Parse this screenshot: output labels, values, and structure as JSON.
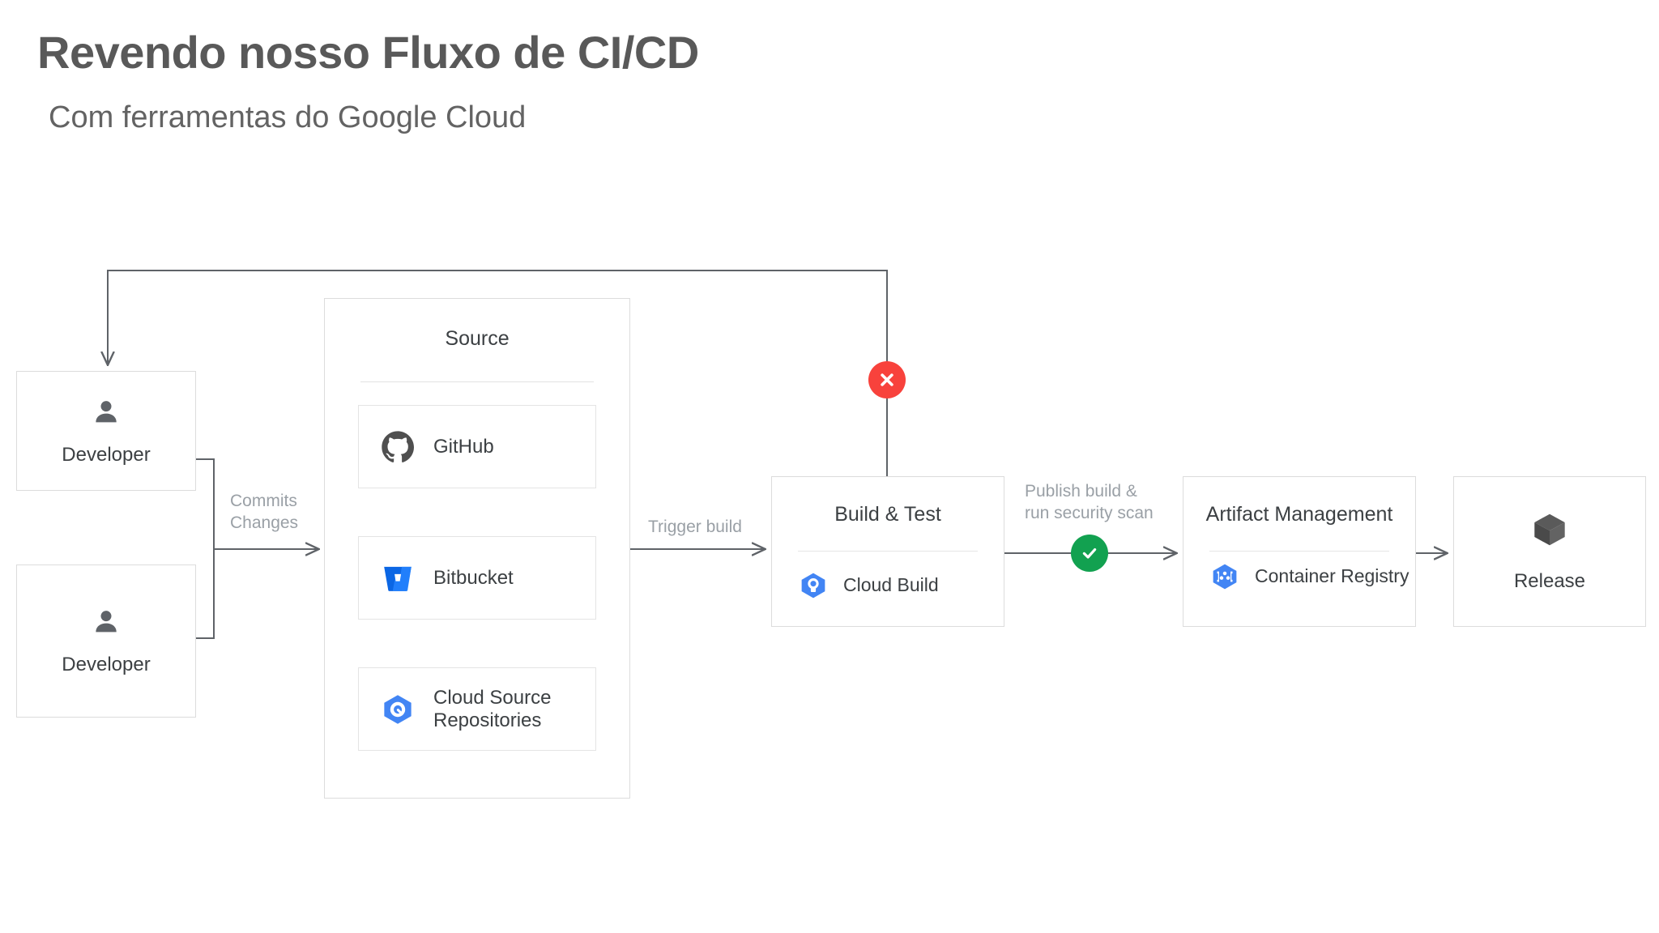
{
  "header": {
    "title": "Revendo nosso Fluxo de CI/CD",
    "subtitle": "Com ferramentas do Google Cloud"
  },
  "colors": {
    "title": "#595959",
    "subtitle": "#636363",
    "node_border": "#dcdcdc",
    "node_text": "#3c4043",
    "edge_label": "#9aa0a6",
    "wire": "#5f6368",
    "status_error": "#f8423c",
    "status_success": "#12a150",
    "gcp_blue": "#4285f4",
    "bitbucket_blue": "#2684ff",
    "github_gray": "#4f4f4f"
  },
  "diagram": {
    "type": "flowchart",
    "developers": [
      {
        "label": "Developer",
        "icon": "person-icon"
      },
      {
        "label": "Developer",
        "icon": "person-icon"
      }
    ],
    "source_panel": {
      "title": "Source",
      "items": [
        {
          "label": "GitHub",
          "icon": "github-icon"
        },
        {
          "label": "Bitbucket",
          "icon": "bitbucket-icon"
        },
        {
          "label": "Cloud Source\nRepositories",
          "icon": "cloud-source-repositories-icon"
        }
      ]
    },
    "build_stage": {
      "title": "Build & Test",
      "tool": {
        "label": "Cloud Build",
        "icon": "cloud-build-icon"
      }
    },
    "artifact_stage": {
      "title": "Artifact Management",
      "tool": {
        "label": "Container\nRegistry",
        "icon": "container-registry-icon"
      }
    },
    "release_stage": {
      "label": "Release",
      "icon": "cube-icon"
    },
    "edge_labels": {
      "commits": "Commits\nChanges",
      "trigger": "Trigger build",
      "publish": "Publish build &\nrun security scan"
    },
    "badges": [
      {
        "name": "build-failed-badge",
        "kind": "error",
        "glyph": "✕"
      },
      {
        "name": "publish-success-badge",
        "kind": "success",
        "glyph": "✓"
      }
    ]
  }
}
